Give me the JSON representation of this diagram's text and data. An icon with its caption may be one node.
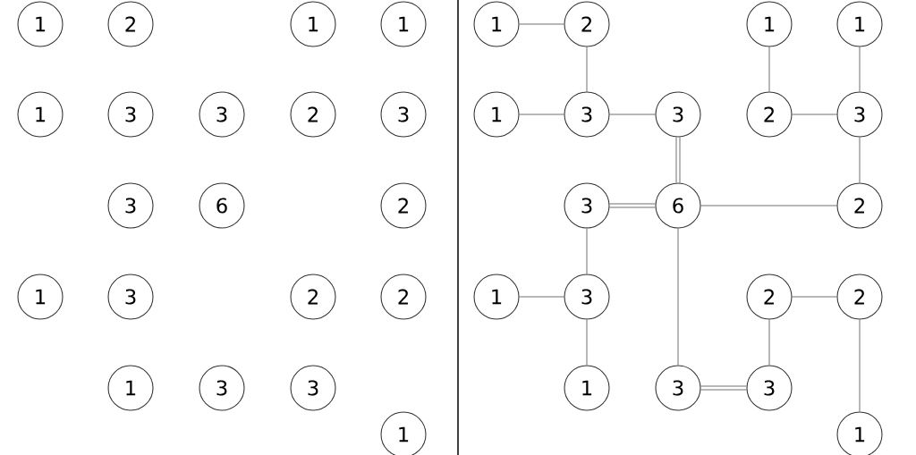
{
  "diagram": {
    "nodes": [
      {
        "text": [
          "1"
        ]
      },
      {
        "text": [
          "2"
        ]
      },
      {
        "text": [
          "1"
        ]
      },
      {
        "text": [
          "1"
        ]
      },
      {
        "text": [
          "1"
        ]
      },
      {
        "text": [
          "3"
        ]
      },
      {
        "text": [
          "3"
        ]
      },
      {
        "text": [
          "2"
        ]
      },
      {
        "text": [
          "3"
        ]
      },
      {
        "text": [
          "3"
        ]
      },
      {
        "text": [
          "6"
        ]
      },
      {
        "text": [
          "2"
        ]
      },
      {
        "text": [
          "1"
        ]
      },
      {
        "text": [
          "3"
        ]
      },
      {
        "text": [
          "2"
        ]
      },
      {
        "text": [
          "2"
        ]
      },
      {
        "text": [
          "1"
        ]
      },
      {
        "text": [
          "3"
        ]
      },
      {
        "text": [
          "3"
        ]
      },
      {
        "text": [
          "1"
        ]
      },
      {
        "text": [
          "1"
        ]
      },
      {
        "text": [
          "2"
        ]
      },
      {
        "text": [
          "1"
        ]
      },
      {
        "text": [
          "1"
        ]
      },
      {
        "text": [
          "1"
        ]
      },
      {
        "text": [
          "3"
        ]
      },
      {
        "text": [
          "3"
        ]
      },
      {
        "text": [
          "2"
        ]
      },
      {
        "text": [
          "3"
        ]
      },
      {
        "text": [
          "3"
        ]
      },
      {
        "text": [
          "6"
        ]
      },
      {
        "text": [
          "2"
        ]
      },
      {
        "text": [
          "1"
        ]
      },
      {
        "text": [
          "3"
        ]
      },
      {
        "text": [
          "2"
        ]
      },
      {
        "text": [
          "2"
        ]
      },
      {
        "text": [
          "1"
        ]
      },
      {
        "text": [
          "3"
        ]
      },
      {
        "text": [
          "3"
        ]
      },
      {
        "text": [
          "1"
        ]
      }
    ],
    "edges": [
      {
        "from": 20,
        "to": 21,
        "arrow": "none"
      },
      {
        "from": 21,
        "to": 25,
        "arrow": "none"
      },
      {
        "from": 22,
        "to": 27,
        "arrow": "none"
      },
      {
        "from": 23,
        "to": 28,
        "arrow": "none"
      },
      {
        "from": 24,
        "to": 25,
        "arrow": "none"
      },
      {
        "from": 25,
        "to": 26,
        "arrow": "none"
      },
      {
        "from": 26,
        "to": 30,
        "arrow": "none"
      },
      {
        "from": 26,
        "to": 30,
        "arrow": "none"
      },
      {
        "from": 27,
        "to": 28,
        "arrow": "none"
      },
      {
        "from": 28,
        "to": 31,
        "arrow": "none"
      },
      {
        "from": 29,
        "to": 30,
        "arrow": "none"
      },
      {
        "from": 29,
        "to": 30,
        "arrow": "none"
      },
      {
        "from": 30,
        "to": 31,
        "arrow": "none"
      },
      {
        "from": 29,
        "to": 33,
        "arrow": "none"
      },
      {
        "from": 30,
        "to": 37,
        "arrow": "none"
      },
      {
        "from": 32,
        "to": 33,
        "arrow": "none"
      },
      {
        "from": 33,
        "to": 36,
        "arrow": "none"
      },
      {
        "from": 34,
        "to": 35,
        "arrow": "none"
      },
      {
        "from": 34,
        "to": 38,
        "arrow": "none"
      },
      {
        "from": 35,
        "to": 39,
        "arrow": "none"
      },
      {
        "from": 37,
        "to": 38,
        "arrow": "none"
      },
      {
        "from": 37,
        "to": 38,
        "arrow": "none"
      }
    ]
  }
}
